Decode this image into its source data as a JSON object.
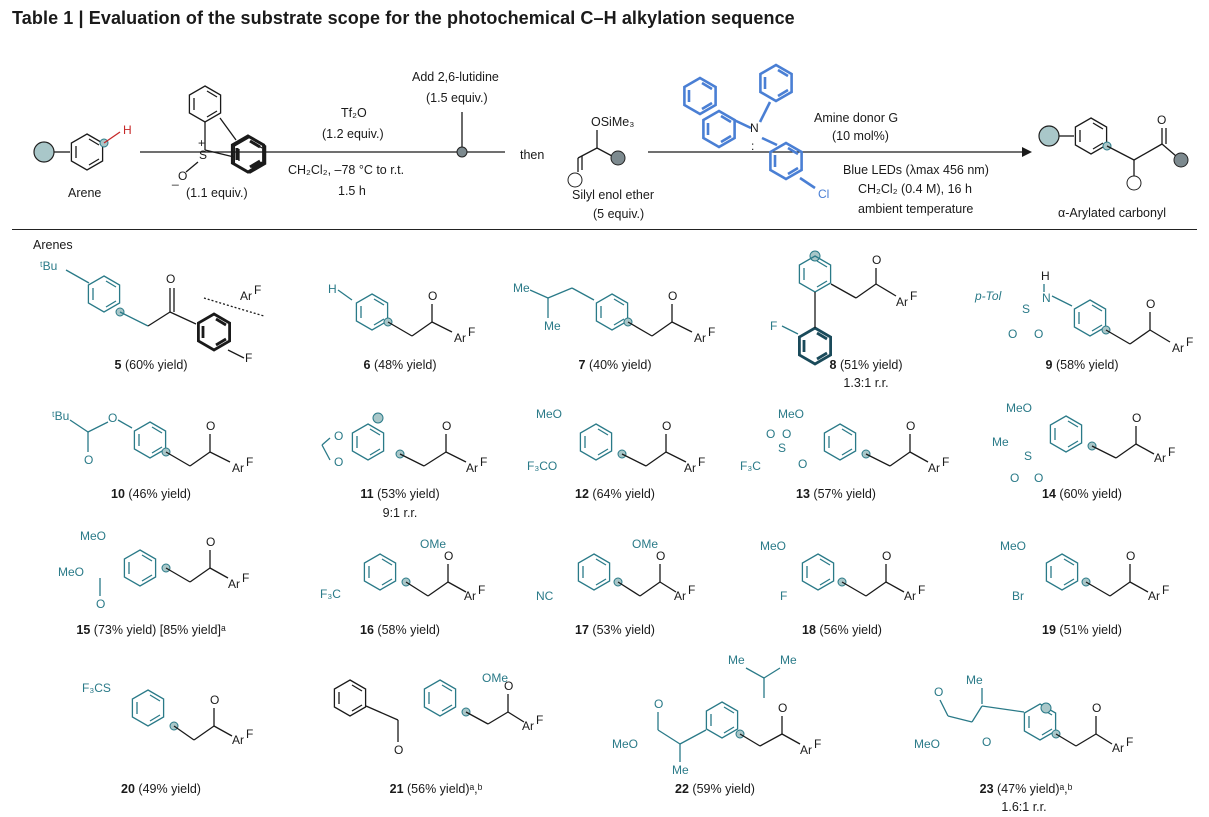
{
  "title": "Table 1 | Evaluation of the substrate scope for the photochemical C–H alkylation sequence",
  "scheme": {
    "arene_label": "Arene",
    "reagent_equiv": "(1.1 equiv.)",
    "tf2o": "Tf₂O",
    "tf2o_equiv": "(1.2 equiv.)",
    "cond1": "CH₂Cl₂, –78 °C to r.t.",
    "time1": "1.5 h",
    "lutidine": "Add 2,6-lutidine",
    "lutidine_equiv": "(1.5 equiv.)",
    "then": "then",
    "silyl_label": "Silyl enol ether",
    "silyl_equiv": "(5 equiv.)",
    "osime3": "OSiMe₃",
    "amine_donor": "Amine donor G",
    "amine_mol": "(10 mol%)",
    "blue_leds": "Blue LEDs (λmax 456 nm)",
    "cond2": "CH₂Cl₂ (0.4 M), 16 h",
    "ambient": "ambient temperature",
    "product_label": "α-Arylated carbonyl"
  },
  "section": "Arenes",
  "compounds": [
    {
      "num": "5",
      "yield": "(60% yield)",
      "extra": ""
    },
    {
      "num": "6",
      "yield": "(48% yield)",
      "extra": ""
    },
    {
      "num": "7",
      "yield": "(40% yield)",
      "extra": ""
    },
    {
      "num": "8",
      "yield": "(51% yield)",
      "extra": "1.3:1 r.r."
    },
    {
      "num": "9",
      "yield": "(58% yield)",
      "extra": ""
    },
    {
      "num": "10",
      "yield": "(46% yield)",
      "extra": ""
    },
    {
      "num": "11",
      "yield": "(53% yield)",
      "extra": "9:1 r.r."
    },
    {
      "num": "12",
      "yield": "(64% yield)",
      "extra": ""
    },
    {
      "num": "13",
      "yield": "(57% yield)",
      "extra": ""
    },
    {
      "num": "14",
      "yield": "(60% yield)",
      "extra": ""
    },
    {
      "num": "15",
      "yield": "(73% yield)  [85% yield]ᵃ",
      "extra": ""
    },
    {
      "num": "16",
      "yield": "(58% yield)",
      "extra": ""
    },
    {
      "num": "17",
      "yield": "(53% yield)",
      "extra": ""
    },
    {
      "num": "18",
      "yield": "(56% yield)",
      "extra": ""
    },
    {
      "num": "19",
      "yield": "(51% yield)",
      "extra": ""
    },
    {
      "num": "20",
      "yield": "(49% yield)",
      "extra": ""
    },
    {
      "num": "21",
      "yield": "(56% yield)ᵃ,ᵇ",
      "extra": ""
    },
    {
      "num": "22",
      "yield": "(59% yield)",
      "extra": ""
    },
    {
      "num": "23",
      "yield": "(47% yield)ᵃ,ᵇ",
      "extra": "1.6:1 r.r."
    }
  ],
  "labels": {
    "tbu": "ᵗBu",
    "h": "H",
    "f": "F",
    "arf": "Ar",
    "arf_sup": "F",
    "me": "Me",
    "o": "O",
    "ptol": "p-Tol",
    "n": "N",
    "s": "S",
    "meo": "MeO",
    "f3co": "F₃CO",
    "f3c": "F₃C",
    "ome": "OMe",
    "nc": "NC",
    "br": "Br",
    "f3cs": "F₃CS",
    "cl": "Cl"
  }
}
